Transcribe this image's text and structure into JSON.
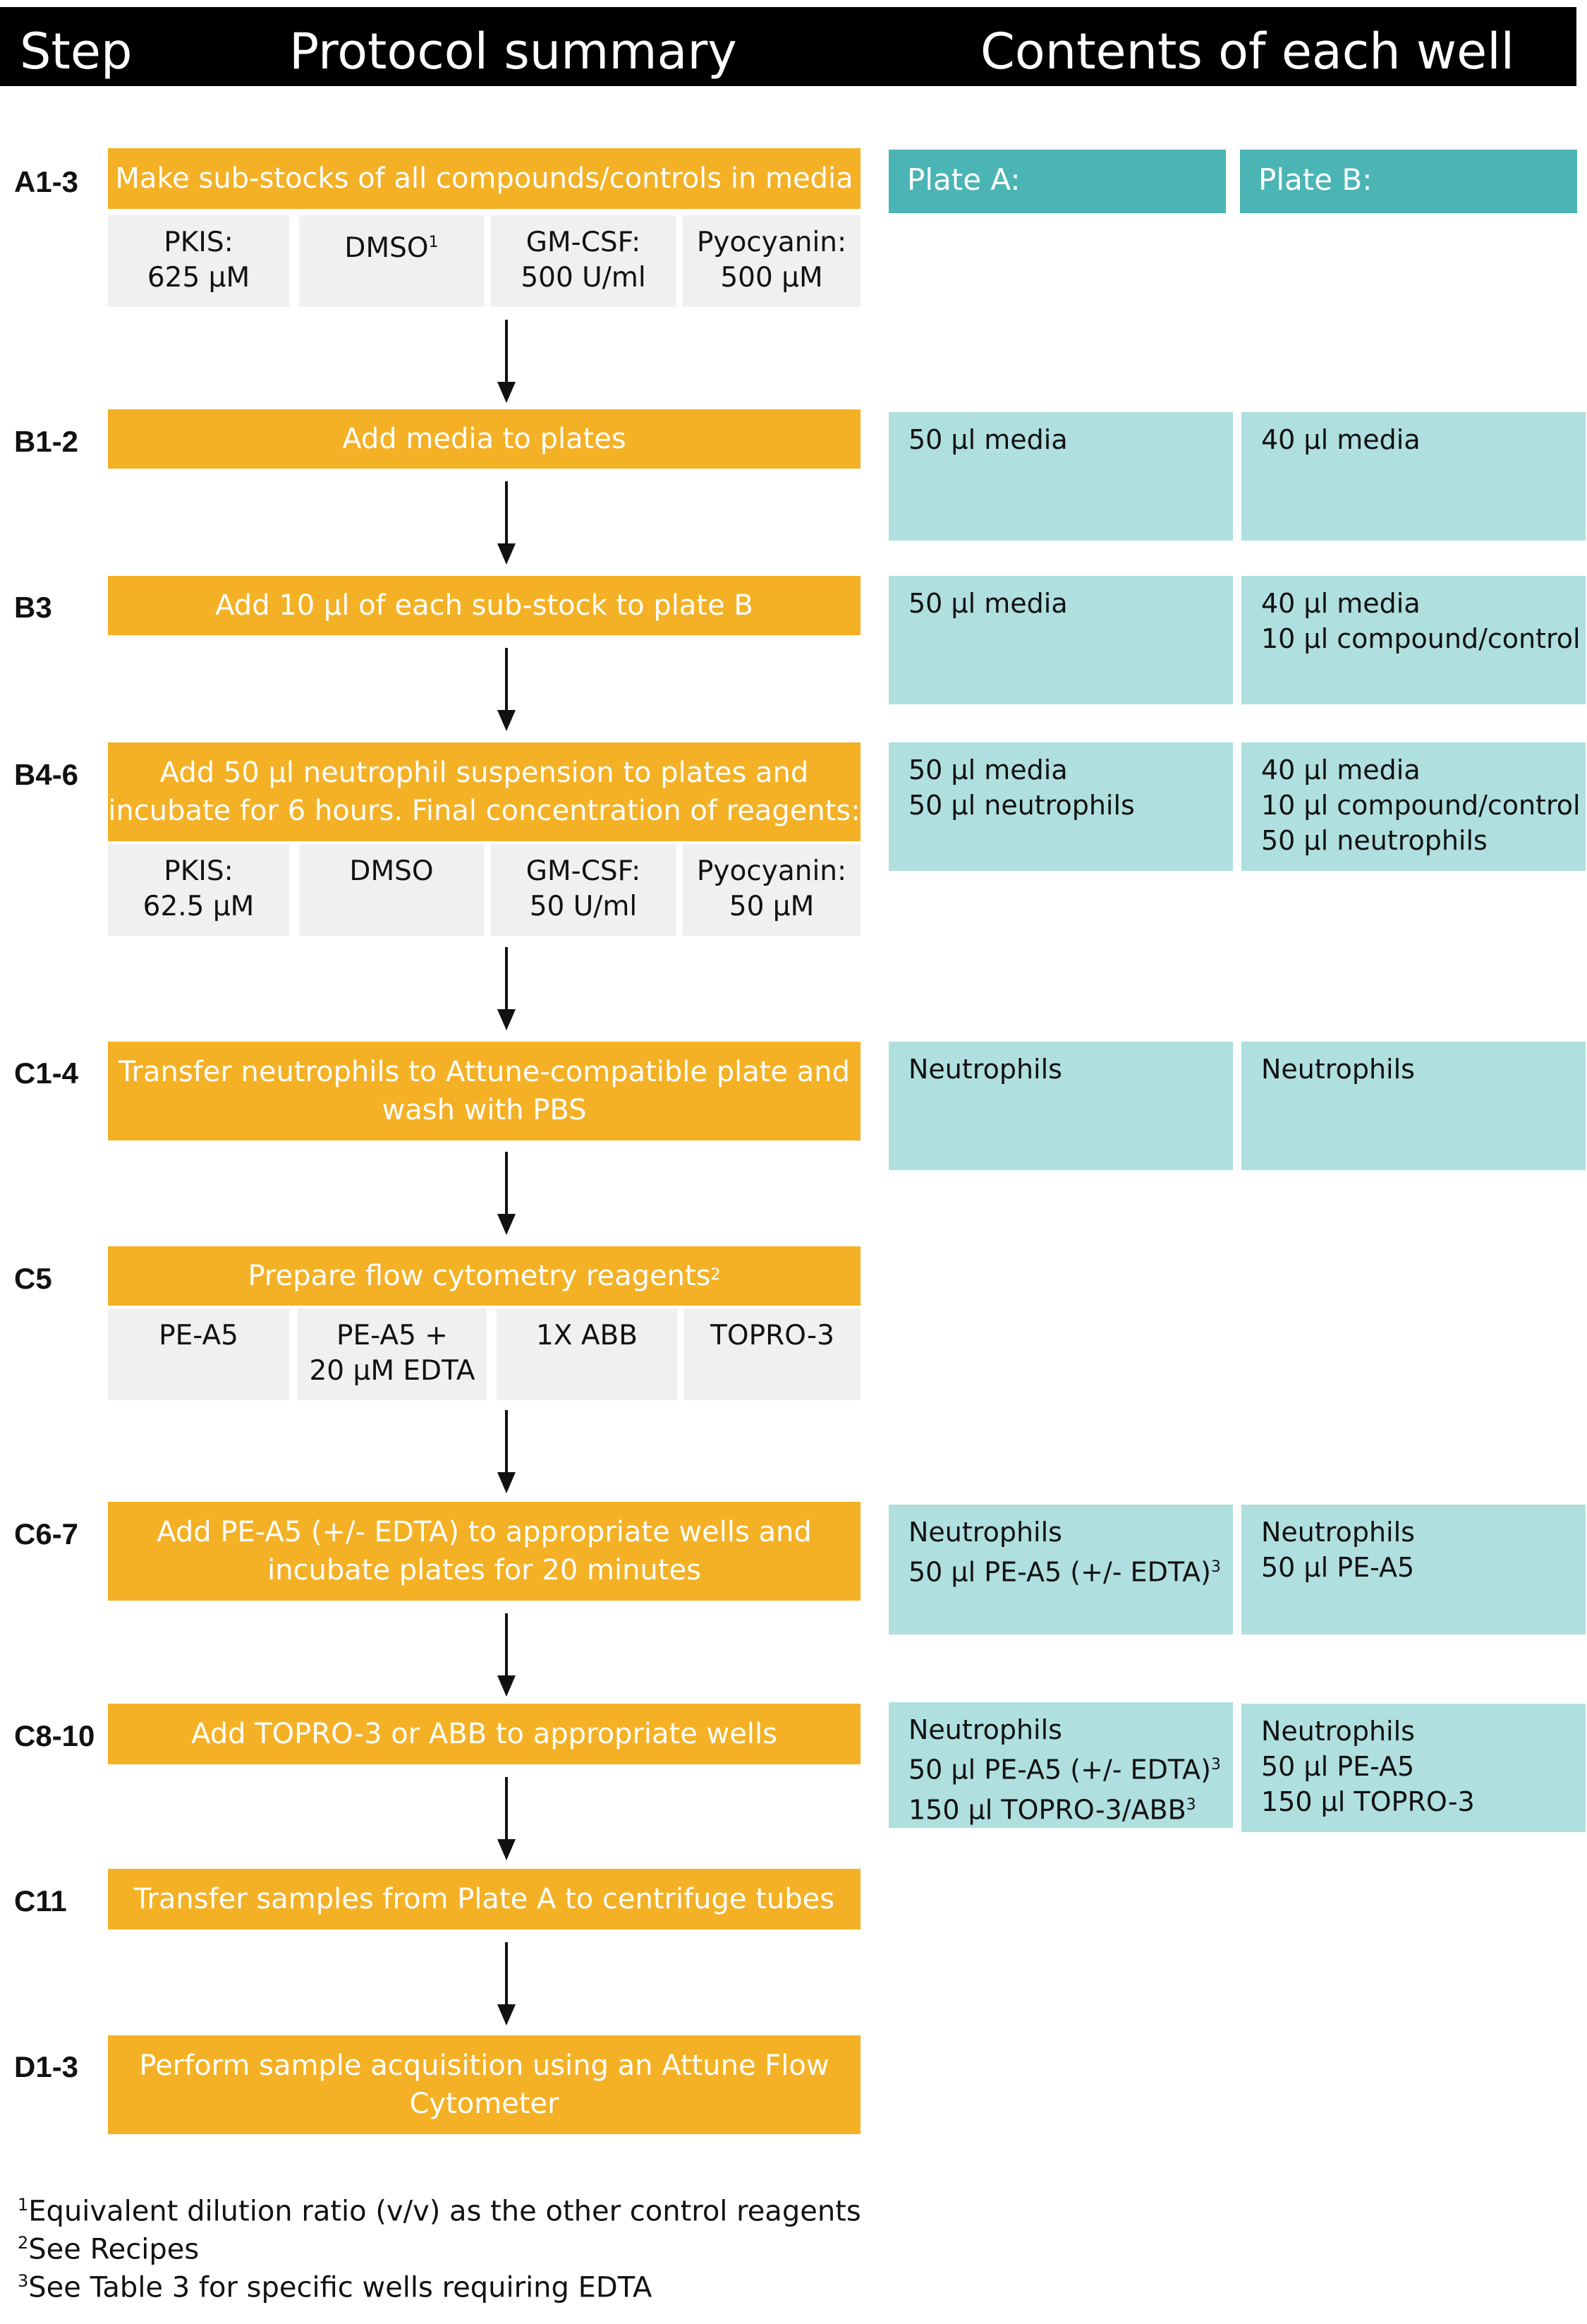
{
  "header": {
    "step": "Step",
    "protocol": "Protocol summary",
    "contents": "Contents of each well"
  },
  "plates": {
    "a": "Plate A:",
    "b": "Plate B:"
  },
  "steps": {
    "a13": {
      "label": "A1-3",
      "action": "Make sub-stocks of all compounds/controls in media",
      "reagents": [
        "PKIS:",
        "625 µM",
        "DMSO",
        "1",
        "GM-CSF:",
        "500 U/ml",
        "Pyocyanin:",
        "500 µM"
      ]
    },
    "b12": {
      "label": "B1-2",
      "action": "Add media to plates",
      "plate_a": "50 µl media",
      "plate_b": "40 µl media"
    },
    "b3": {
      "label": "B3",
      "action": "Add 10 µl of each sub-stock to plate B",
      "plate_a": "50 µl media",
      "plate_b": [
        "40 µl media",
        "10 µl compound/control"
      ]
    },
    "b46": {
      "label": "B4-6",
      "action": [
        "Add 50 µl neutrophil suspension to plates and",
        "incubate for 6 hours. Final concentration of reagents:"
      ],
      "reagents": [
        "PKIS:",
        "62.5 µM",
        "DMSO",
        "GM-CSF:",
        "50 U/ml",
        "Pyocyanin:",
        "50 µM"
      ],
      "plate_a": [
        "50 µl media",
        "50 µl neutrophils"
      ],
      "plate_b": [
        "40 µl media",
        "10 µl compound/control",
        "50 µl neutrophils"
      ]
    },
    "c14": {
      "label": "C1-4",
      "action": [
        "Transfer neutrophils to Attune-compatible plate and",
        "wash with PBS"
      ],
      "plate_a": "Neutrophils",
      "plate_b": "Neutrophils"
    },
    "c5": {
      "label": "C5",
      "action": "Prepare flow cytometry reagents",
      "action_sup": "2",
      "reagents": [
        "PE-A5",
        "PE-A5 +",
        "20 µM EDTA",
        "1X ABB",
        "TOPRO-3"
      ]
    },
    "c67": {
      "label": "C6-7",
      "action": [
        "Add PE-A5 (+/- EDTA) to appropriate wells and",
        "incubate plates for 20 minutes"
      ],
      "plate_a": [
        "Neutrophils",
        "50 µl PE-A5 (+/- EDTA)",
        "3"
      ],
      "plate_b": [
        "Neutrophils",
        "50 µl PE-A5"
      ]
    },
    "c810": {
      "label": "C8-10",
      "action": "Add TOPRO-3 or ABB to appropriate wells",
      "plate_a": [
        "Neutrophils",
        "50 µl PE-A5 (+/- EDTA)",
        "3",
        "150 µl TOPRO-3/ABB",
        "3"
      ],
      "plate_b": [
        "Neutrophils",
        "50 µl PE-A5",
        "150 µl TOPRO-3"
      ]
    },
    "c11": {
      "label": "C11",
      "action": "Transfer samples from Plate A to centrifuge tubes"
    },
    "d13": {
      "label": "D1-3",
      "action": [
        "Perform sample acquisition using an Attune Flow",
        "Cytometer"
      ]
    }
  },
  "footnotes": [
    {
      "num": "1",
      "text": "Equivalent dilution ratio (v/v) as the other control reagents"
    },
    {
      "num": "2",
      "text": "See Recipes"
    },
    {
      "num": "3",
      "text": "See Table 3 for specific wells requiring EDTA"
    }
  ],
  "colors": {
    "header_bg": "#000000",
    "orange": "#F4B125",
    "teal_dark": "#4BB4B5",
    "teal_light": "#B0DFE0",
    "grey_box": "#F0F0F0"
  }
}
